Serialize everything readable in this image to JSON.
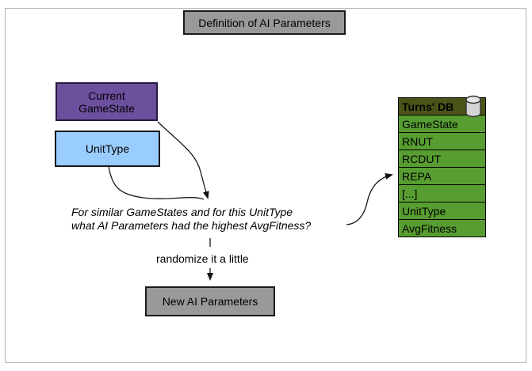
{
  "diagram": {
    "title": "Definition of AI Parameters",
    "nodes": {
      "current_gamestate": {
        "line1": "Current",
        "line2": "GameState",
        "color": "#6C4F9D"
      },
      "unit_type": {
        "label": "UnitType",
        "color": "#99CCFF"
      },
      "new_ai_parameters": {
        "label": "New AI Parameters",
        "color": "#999999"
      }
    },
    "annotations": {
      "question_line1": "For similar GameStates and for this UnitType",
      "question_line2": "what AI Parameters had the highest AvgFitness?",
      "randomize": "randomize it a little"
    },
    "db": {
      "header": "Turns' DB",
      "icon": "database-icon",
      "rows": [
        "GameState",
        "RNUT",
        "RCDUT",
        "REPA",
        "[...]",
        "UnitType",
        "AvgFitness"
      ],
      "header_color": "#4B5418",
      "row_color": "#579D31"
    },
    "colors": {
      "node_gray": "#999999",
      "node_purple": "#6C4F9D",
      "node_blue": "#99CCFF",
      "db_header": "#4B5418",
      "db_row": "#579D31",
      "arrow": "#1a1a1a",
      "frame": "#b3b3b3"
    }
  }
}
